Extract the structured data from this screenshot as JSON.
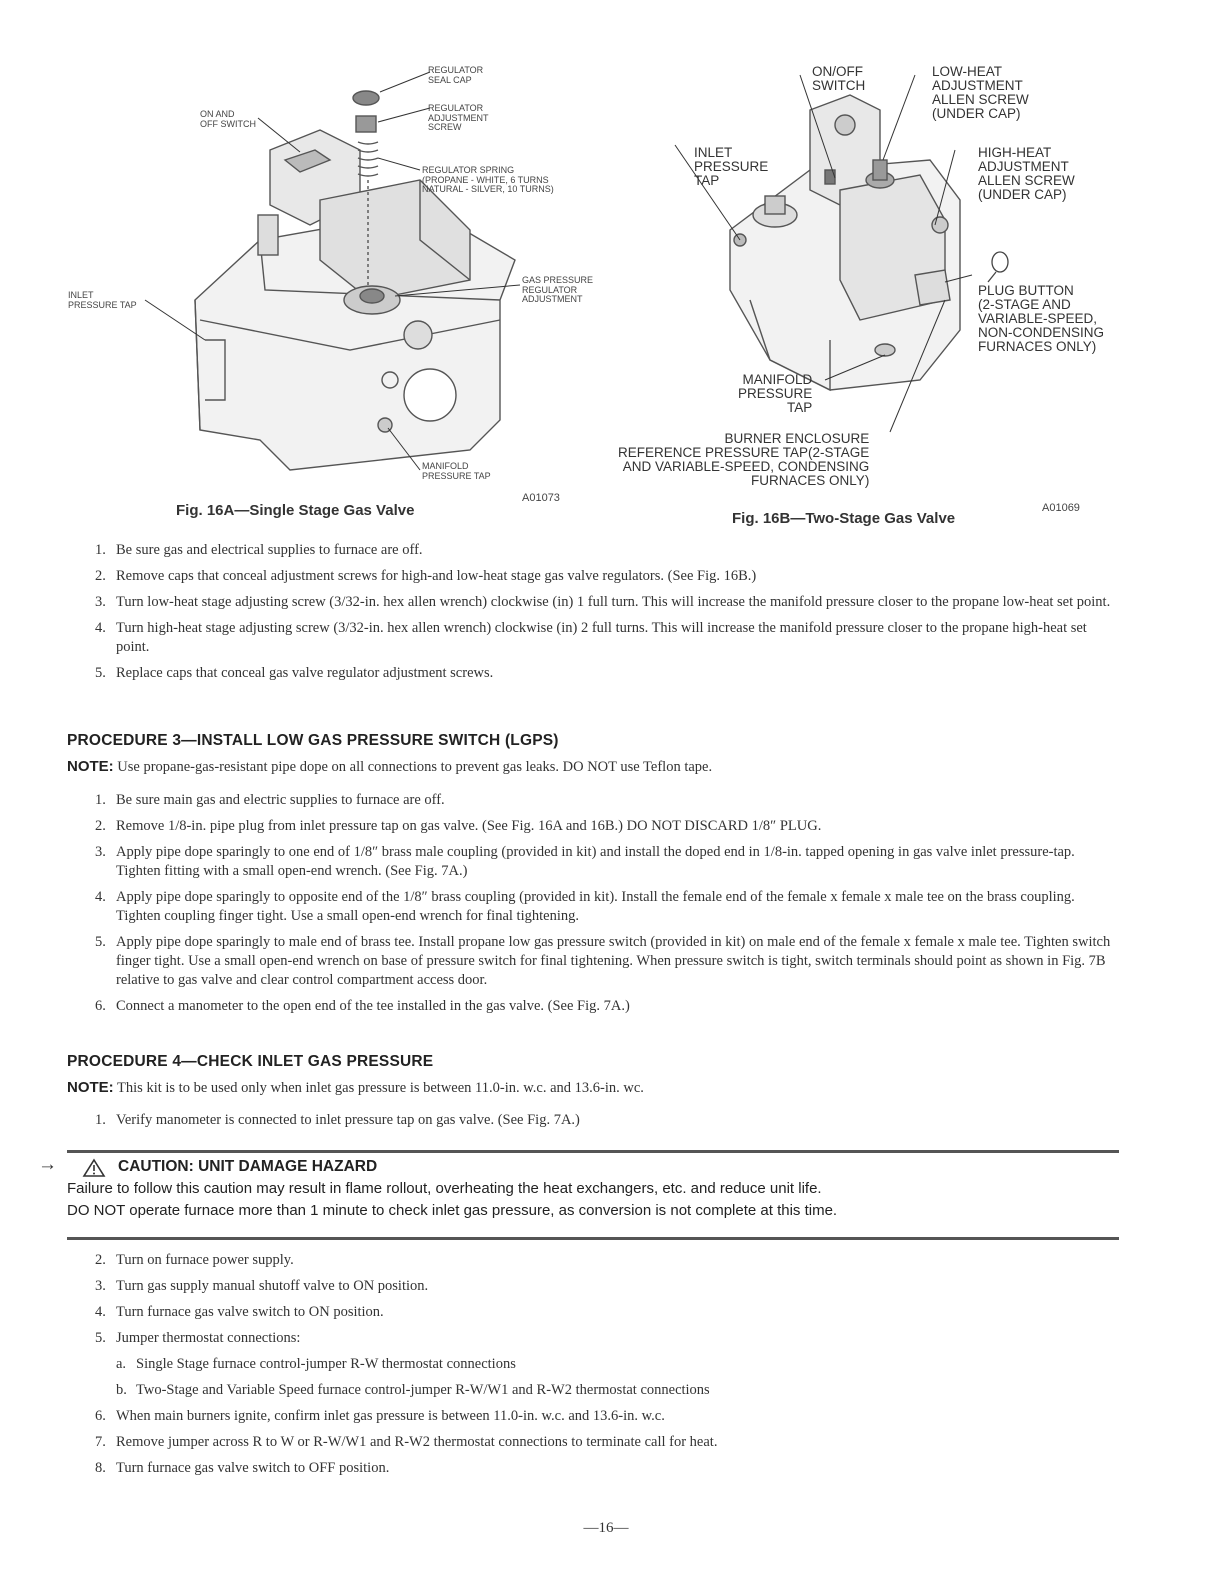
{
  "fig16a": {
    "labels": {
      "seal_cap": "REGULATOR\nSEAL CAP",
      "on_off": "ON AND\nOFF SWITCH",
      "adj_screw": "REGULATOR\nADJUSTMENT\nSCREW",
      "spring": "REGULATOR SPRING\n(PROPANE - WHITE, 6 TURNS\nNATURAL - SILVER, 10 TURNS)",
      "inlet": "INLET\nPRESSURE TAP",
      "gas_reg": "GAS PRESSURE\nREGULATOR\nADJUSTMENT",
      "manifold": "MANIFOLD\nPRESSURE TAP"
    },
    "caption": "Fig. 16A—Single Stage Gas Valve",
    "code": "A01073"
  },
  "fig16b": {
    "labels": {
      "onoff": "ON/OFF\nSWITCH",
      "lowheat": "LOW-HEAT\nADJUSTMENT\nALLEN SCREW\n(UNDER CAP)",
      "inlet": "INLET\nPRESSURE\nTAP",
      "highheat": "HIGH-HEAT\nADJUSTMENT\nALLEN SCREW\n(UNDER CAP)",
      "plug": "PLUG BUTTON\n(2-STAGE AND\nVARIABLE-SPEED,\nNON-CONDENSING\nFURNACES ONLY)",
      "manifold": "MANIFOLD\nPRESSURE\nTAP",
      "burner": "BURNER ENCLOSURE\nREFERENCE PRESSURE TAP(2-STAGE\nAND VARIABLE-SPEED, CONDENSING\nFURNACES ONLY)"
    },
    "caption": "Fig. 16B—Two-Stage Gas Valve",
    "code": "A01069"
  },
  "list1": [
    {
      "num": "1.",
      "text": "Be sure gas and electrical supplies to furnace are off."
    },
    {
      "num": "2.",
      "text": "Remove caps that conceal adjustment screws for high-and low-heat stage gas valve regulators. (See Fig. 16B.)"
    },
    {
      "num": "3.",
      "text": "Turn low-heat stage adjusting screw (3/32-in. hex allen wrench) clockwise (in) 1 full turn. This will increase the manifold pressure closer to the propane low-heat set point."
    },
    {
      "num": "4.",
      "text": "Turn high-heat stage adjusting screw (3/32-in. hex allen wrench) clockwise (in) 2 full turns. This will increase the manifold pressure closer to the propane high-heat set point."
    },
    {
      "num": "5.",
      "text": "Replace caps that conceal gas valve regulator adjustment screws."
    }
  ],
  "proc3": {
    "heading": "PROCEDURE 3—INSTALL LOW GAS PRESSURE SWITCH (LGPS)",
    "note_label": "NOTE:",
    "note_text": "Use propane-gas-resistant pipe dope on all connections to prevent gas leaks. DO NOT use Teflon tape."
  },
  "list2": [
    {
      "num": "1.",
      "text": "Be sure main gas and electric supplies to furnace are off."
    },
    {
      "num": "2.",
      "text": "Remove 1/8-in. pipe plug from inlet pressure tap on gas valve. (See Fig. 16A and 16B.) DO NOT DISCARD 1/8″ PLUG."
    },
    {
      "num": "3.",
      "text": "Apply pipe dope sparingly to one end of 1/8″ brass male coupling (provided in kit) and install the doped end in 1/8-in. tapped opening in gas valve inlet pressure-tap. Tighten fitting with a small open-end wrench. (See Fig. 7A.)"
    },
    {
      "num": "4.",
      "text": "Apply pipe dope sparingly to opposite end of the 1/8″ brass coupling (provided in kit). Install the female end of the female x female x male tee on the brass coupling. Tighten coupling finger tight. Use a small open-end wrench for final tightening."
    },
    {
      "num": "5.",
      "text": "Apply pipe dope sparingly to male end of brass tee. Install propane low gas pressure switch (provided in kit) on male end of the female x female x male tee. Tighten switch finger tight. Use a small open-end wrench on base of pressure switch for final tightening. When pressure switch is tight, switch terminals should point as shown in Fig. 7B relative to gas valve and clear control compartment access door."
    },
    {
      "num": "6.",
      "text": "Connect a manometer to the open end of the tee installed in the gas valve. (See Fig. 7A.)"
    }
  ],
  "proc4": {
    "heading": "PROCEDURE 4—CHECK INLET GAS PRESSURE",
    "note_label": "NOTE:",
    "note_text": "This kit is to be used only when inlet gas pressure is between 11.0-in. w.c. and 13.6-in. wc."
  },
  "list3": [
    {
      "num": "1.",
      "text": "Verify manometer is connected to inlet pressure tap on gas valve. (See Fig. 7A.)"
    }
  ],
  "caution": {
    "arrow": "→",
    "title": "CAUTION: UNIT DAMAGE HAZARD",
    "line1": "Failure to follow this caution may result in flame rollout, overheating the heat exchangers, etc. and reduce unit life.",
    "line2": "DO NOT operate furnace more than 1 minute to check inlet gas pressure, as conversion is not complete at this time."
  },
  "list4": [
    {
      "num": "2.",
      "text": "Turn on furnace power supply."
    },
    {
      "num": "3.",
      "text": "Turn gas supply manual shutoff valve to ON position."
    },
    {
      "num": "4.",
      "text": "Turn furnace gas valve switch to ON position."
    },
    {
      "num": "5.",
      "text": "Jumper thermostat connections:"
    },
    {
      "num": "a.",
      "text": "Single Stage furnace control-jumper R-W thermostat connections"
    },
    {
      "num": "b.",
      "text": "Two-Stage and Variable Speed furnace control-jumper R-W/W1 and R-W2 thermostat connections"
    },
    {
      "num": "6.",
      "text": "When main burners ignite, confirm inlet gas pressure is between 11.0-in. w.c. and 13.6-in. w.c."
    },
    {
      "num": "7.",
      "text": "Remove jumper across R to W or R-W/W1 and R-W2 thermostat connections to terminate call for heat."
    },
    {
      "num": "8.",
      "text": "Turn furnace gas valve switch to OFF position."
    }
  ],
  "page_number": "—16—"
}
